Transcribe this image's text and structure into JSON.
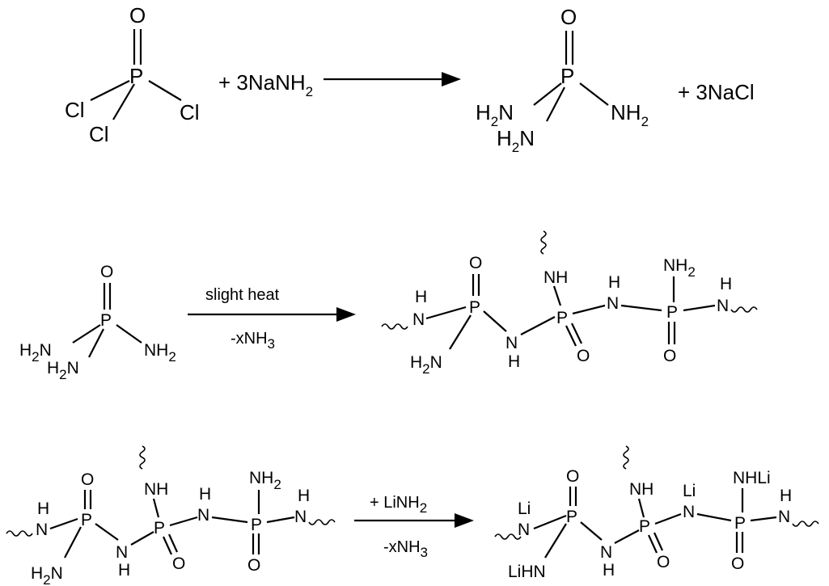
{
  "reaction1": {
    "reactant": {
      "O": "O",
      "P": "P",
      "Cl1": "Cl",
      "Cl2": "Cl",
      "Cl3": "Cl"
    },
    "reagent": "+ 3NaNH",
    "reagent_sub": "2",
    "product": {
      "O": "O",
      "P": "P",
      "NH2a": "H",
      "NH2a_N": "N",
      "NH2b": "NH",
      "NH2c": "H",
      "NH2c_N": "N"
    },
    "byproduct": "+ 3NaCl"
  },
  "reaction2": {
    "reactant": {
      "O": "O",
      "P": "P"
    },
    "condition_above": "slight heat",
    "condition_below": "-xNH",
    "condition_below_sub": "3",
    "product": {
      "O1": "O",
      "P1": "P",
      "N1": "N",
      "H1": "H",
      "NH_top": "NH",
      "N2": "N",
      "H2": "H",
      "P2": "P",
      "O2": "O",
      "NH2_top": "NH",
      "N3": "N",
      "H3": "H",
      "P3": "P",
      "O3": "O",
      "N4": "N",
      "H4": "H"
    }
  },
  "reaction3": {
    "condition_above": "+  LiNH",
    "condition_above_sub": "2",
    "condition_below": "-xNH",
    "condition_below_sub": "3",
    "product": {
      "Li1": "Li",
      "LiHN": "LiHN",
      "Li2": "Li",
      "NHLi": "NHLi"
    }
  },
  "labels": {
    "N": "N",
    "H": "H",
    "NH": "NH",
    "P": "P",
    "O": "O",
    "H2": "H",
    "two": "2"
  }
}
